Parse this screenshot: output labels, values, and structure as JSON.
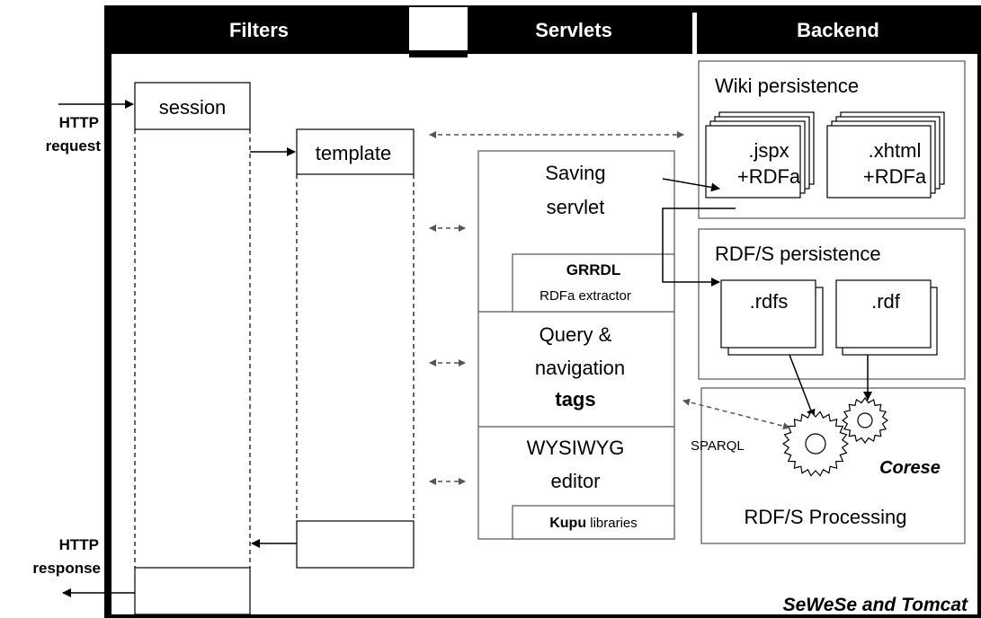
{
  "headers": {
    "filters": "Filters",
    "servlets": "Servlets",
    "backend": "Backend"
  },
  "http": {
    "request_line1": "HTTP",
    "request_line2": "request",
    "response_line1": "HTTP",
    "response_line2": "response"
  },
  "filters": {
    "session": "session",
    "template": "template"
  },
  "servlets": {
    "saving_line1": "Saving",
    "saving_line2": "servlet",
    "grrdl": "GRRDL",
    "rdfa_extractor": "RDFa extractor",
    "query_line1": "Query &",
    "query_line2": "navigation",
    "query_line3": "tags",
    "wysiwyg_line1": "WYSIWYG",
    "wysiwyg_line2": "editor",
    "kupu_bold": "Kupu",
    "kupu_rest": " libraries"
  },
  "backend": {
    "wiki_title": "Wiki persistence",
    "jspx_line1": ".jspx",
    "jspx_line2": "+RDFa",
    "xhtml_line1": ".xhtml",
    "xhtml_line2": "+RDFa",
    "rdfs_title": "RDF/S persistence",
    "rdfs_file": ".rdfs",
    "rdf_file": ".rdf",
    "sparql": "SPARQL",
    "corese": "Corese",
    "processing": "RDF/S Processing"
  },
  "footer": "SeWeSe and Tomcat",
  "colors": {
    "header_bg": "#000000",
    "line": "#000000",
    "gray_border": "#555555"
  },
  "icons": [
    "gear-icon",
    "arrow-icon"
  ]
}
